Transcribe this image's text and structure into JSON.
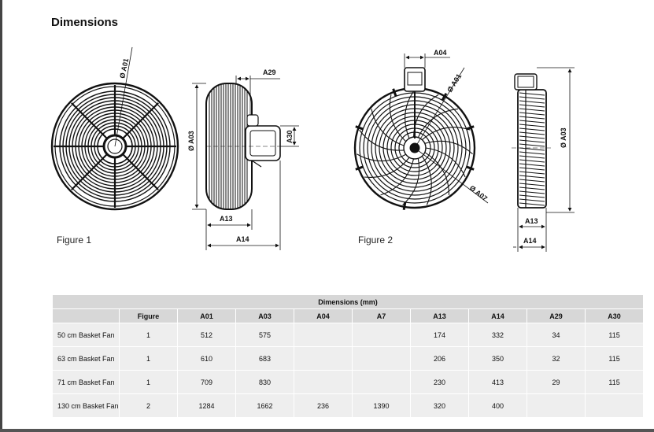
{
  "section_title": "Dimensions",
  "figure1_caption": "Figure 1",
  "figure2_caption": "Figure 2",
  "dimension_labels": {
    "a01": "Ø A01",
    "a03": "Ø A03",
    "a13": "A13",
    "a14": "A14",
    "a29": "A29",
    "a30": "A30",
    "a04": "A04",
    "a07": "Ø A07"
  },
  "table": {
    "caption": "Dimensions (mm)",
    "columns": [
      "",
      "Figure",
      "A01",
      "A03",
      "A04",
      "A7",
      "A13",
      "A14",
      "A29",
      "A30"
    ],
    "rows": [
      [
        "50 cm Basket Fan",
        "1",
        "512",
        "575",
        "",
        "",
        "174",
        "332",
        "34",
        "115"
      ],
      [
        "63 cm Basket Fan",
        "1",
        "610",
        "683",
        "",
        "",
        "206",
        "350",
        "32",
        "115"
      ],
      [
        "71 cm Basket Fan",
        "1",
        "709",
        "830",
        "",
        "",
        "230",
        "413",
        "29",
        "115"
      ],
      [
        "130 cm Basket Fan",
        "2",
        "1284",
        "1662",
        "236",
        "1390",
        "320",
        "400",
        "",
        ""
      ]
    ]
  }
}
